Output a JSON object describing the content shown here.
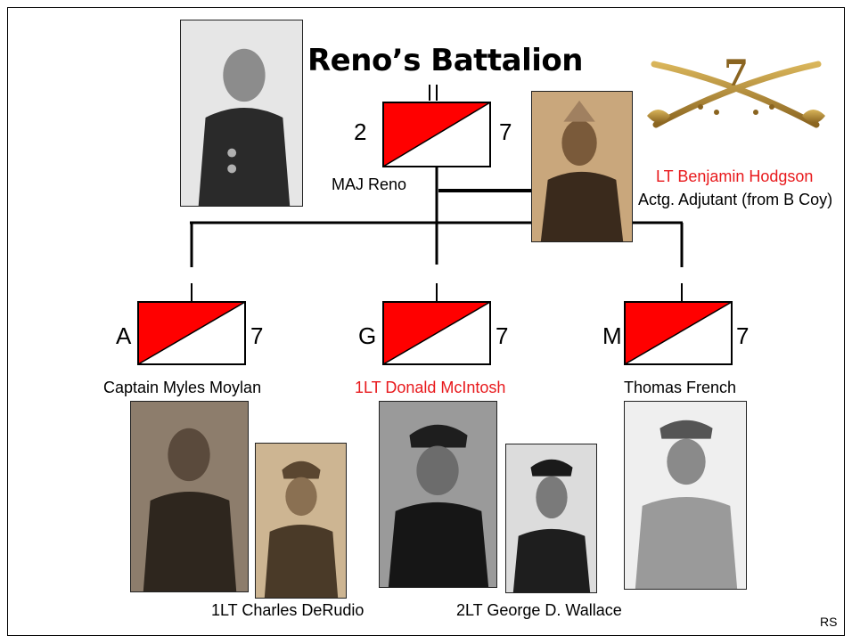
{
  "title": "Reno’s Battalion",
  "hq": {
    "left_label": "2",
    "right_label": "7",
    "size_marks": "II",
    "commander": "MAJ Reno"
  },
  "adjutant": {
    "name": "LT Benjamin Hodgson",
    "role": "Actg. Adjutant (from B Coy)"
  },
  "insignia_number": "7",
  "companies": [
    {
      "letter": "A",
      "regiment": "7",
      "commander": "Captain Myles Moylan"
    },
    {
      "letter": "G",
      "regiment": "7",
      "commander": "1LT Donald McIntosh"
    },
    {
      "letter": "M",
      "regiment": "7",
      "commander": "Thomas French"
    }
  ],
  "officers": {
    "derudio": "1LT Charles DeRudio",
    "wallace": "2LT George D. Wallace"
  },
  "footer": "RS",
  "colors": {
    "symbol_fill": "#ff0000",
    "highlight_text": "#e8191c"
  }
}
